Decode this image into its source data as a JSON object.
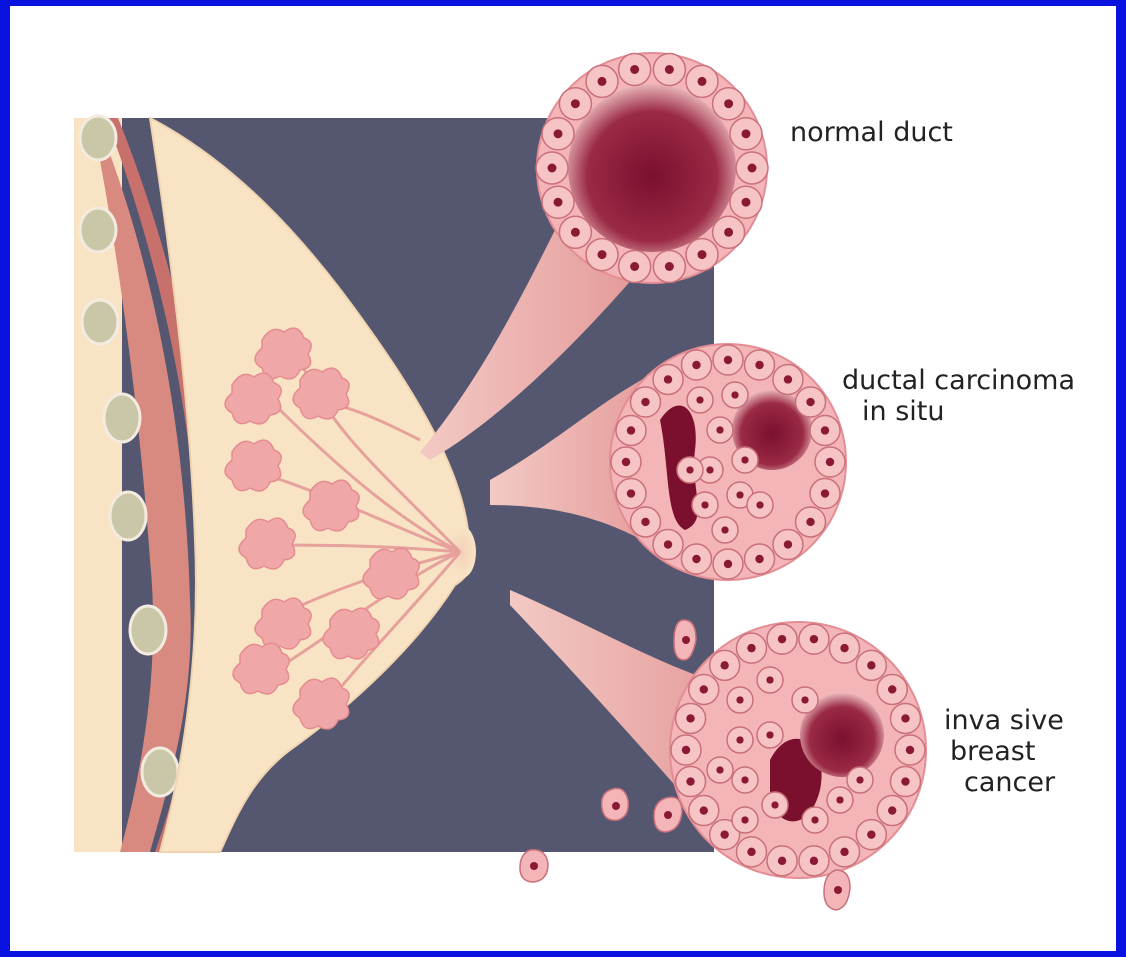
{
  "labels": {
    "normal": "normal duct",
    "dcis_line1": "ductal carcinoma",
    "dcis_line2": "in situ",
    "invasive_line1": "inva sive",
    "invasive_line2": "breast",
    "invasive_line3": "cancer"
  },
  "colors": {
    "border": "#0a12e0",
    "background_panel": "#555770",
    "breast_tissue": "#f8e4c5",
    "muscle": "#d98a80",
    "cell_fill": "#f4b5b8",
    "cell_nucleus": "#8a1a34",
    "lumen": "#7a0f2e"
  },
  "icons": {
    "normal_duct": "normal-duct-cross-section",
    "dcis": "dcis-duct-cross-section",
    "invasive": "invasive-duct-cross-section"
  }
}
